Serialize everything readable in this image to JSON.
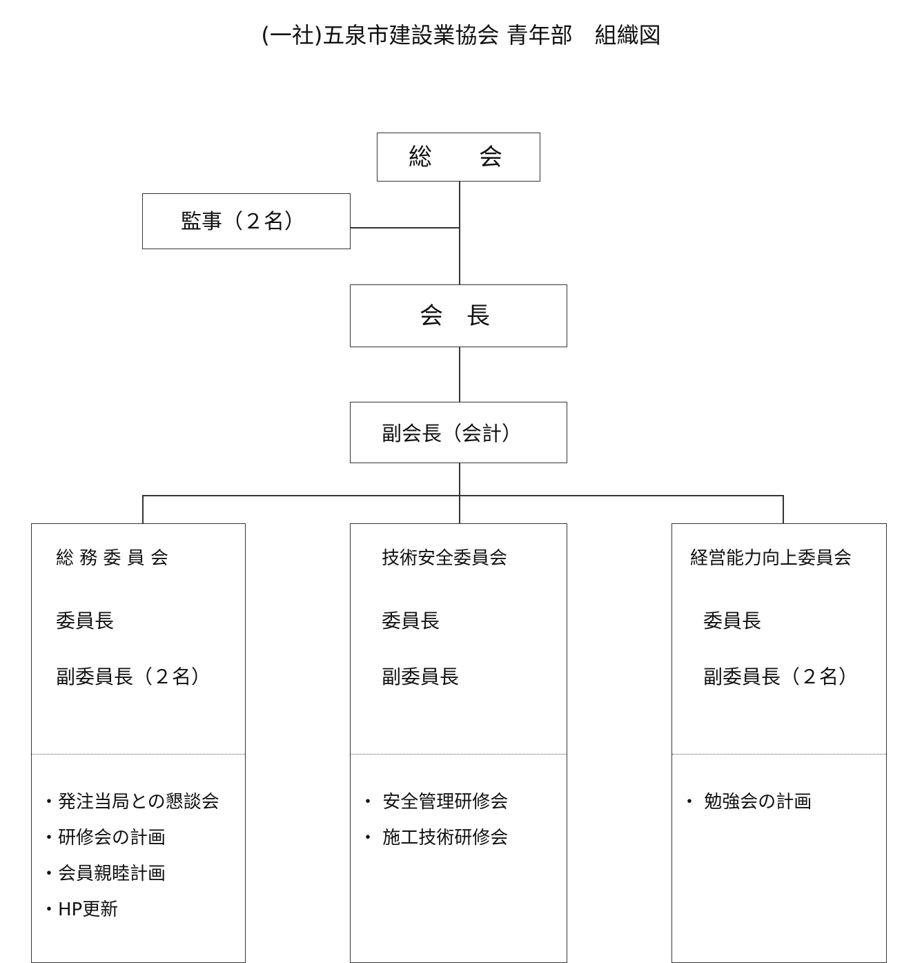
{
  "title": "(一社)五泉市建設業協会 青年部　組織図",
  "nodes": {
    "general_assembly": "総　　会",
    "auditor": "監事（２名）",
    "chairman": "会　長",
    "vice_chairman": "副会長（会計）"
  },
  "committees": [
    {
      "name": "総 務 委 員 会",
      "chair": "委員長",
      "vice_chair": "副委員長（２名）",
      "tasks": [
        "・発注当局との懇談会",
        "・研修会の計画",
        "・会員親睦計画",
        "・HP更新"
      ]
    },
    {
      "name": "技術安全委員会",
      "chair": "委員長",
      "vice_chair": "副委員長",
      "tasks": [
        "・ 安全管理研修会",
        "・ 施工技術研修会"
      ]
    },
    {
      "name": "経営能力向上委員会",
      "chair": "委員長",
      "vice_chair": "副委員長（２名）",
      "tasks": [
        "・ 勉強会の計画"
      ]
    }
  ]
}
